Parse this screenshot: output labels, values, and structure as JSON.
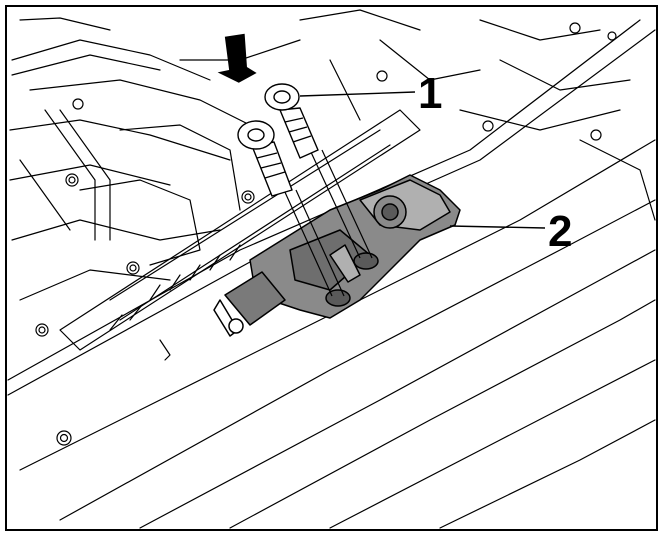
{
  "callouts": [
    {
      "label": "1",
      "target": "screws"
    },
    {
      "label": "2",
      "target": "actuator-module"
    }
  ],
  "colors": {
    "ink": "#000000",
    "paper": "#ffffff",
    "part_fill": "#8a8a8a",
    "part_dark": "#5a5a5a",
    "part_light": "#b0b0b0"
  }
}
